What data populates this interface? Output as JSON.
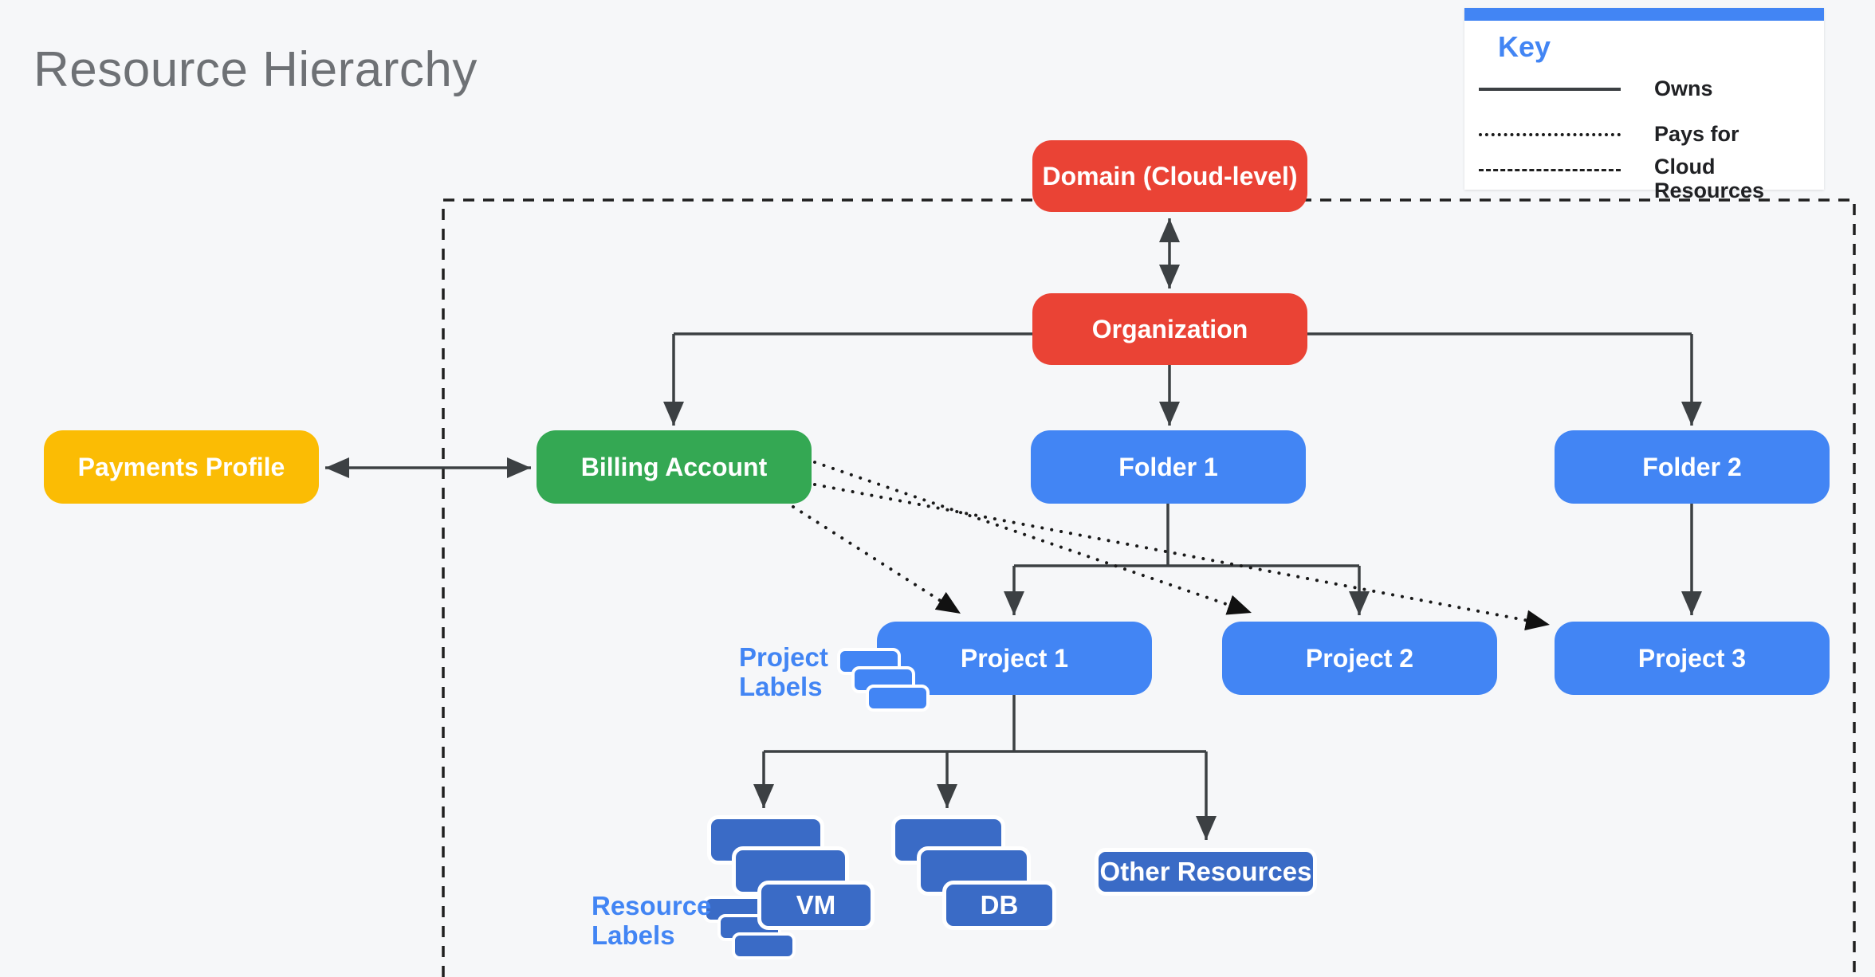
{
  "page_title": "Resource Hierarchy",
  "key": {
    "title": "Key",
    "items": [
      {
        "style": "solid",
        "label": "Owns"
      },
      {
        "style": "dotted",
        "label": "Pays for"
      },
      {
        "style": "dashed",
        "label": "Cloud Resources"
      }
    ]
  },
  "nodes": {
    "domain": {
      "label": "Domain (Cloud-level)",
      "color": "#EA4335"
    },
    "organization": {
      "label": "Organization",
      "color": "#EA4335"
    },
    "payments_profile": {
      "label": "Payments Profile",
      "color": "#FBBC04"
    },
    "billing_account": {
      "label": "Billing Account",
      "color": "#34A853"
    },
    "folder_1": {
      "label": "Folder 1",
      "color": "#4285F4"
    },
    "folder_2": {
      "label": "Folder 2",
      "color": "#4285F4"
    },
    "project_1": {
      "label": "Project 1",
      "color": "#4285F4"
    },
    "project_2": {
      "label": "Project 2",
      "color": "#4285F4"
    },
    "project_3": {
      "label": "Project 3",
      "color": "#4285F4"
    },
    "vm": {
      "label": "VM",
      "color": "#3A6BC6"
    },
    "db": {
      "label": "DB",
      "color": "#3A6BC6"
    },
    "other_resources": {
      "label": "Other Resources",
      "color": "#3A6BC6"
    }
  },
  "annotations": {
    "project_labels": "Project\nLabels",
    "resource_labels": "Resource\nLabels",
    "color": "#4285F4"
  },
  "edges": [
    {
      "from": "domain",
      "to": "organization",
      "type": "owns",
      "bidirectional": true
    },
    {
      "from": "organization",
      "to": "billing_account",
      "type": "owns"
    },
    {
      "from": "organization",
      "to": "folder_1",
      "type": "owns"
    },
    {
      "from": "organization",
      "to": "folder_2",
      "type": "owns"
    },
    {
      "from": "payments_profile",
      "to": "billing_account",
      "type": "owns",
      "bidirectional": true
    },
    {
      "from": "folder_1",
      "to": "project_1",
      "type": "owns"
    },
    {
      "from": "folder_1",
      "to": "project_2",
      "type": "owns"
    },
    {
      "from": "folder_2",
      "to": "project_3",
      "type": "owns"
    },
    {
      "from": "project_1",
      "to": "vm",
      "type": "owns"
    },
    {
      "from": "project_1",
      "to": "db",
      "type": "owns"
    },
    {
      "from": "project_1",
      "to": "other_resources",
      "type": "owns"
    },
    {
      "from": "billing_account",
      "to": "project_1",
      "type": "pays_for"
    },
    {
      "from": "billing_account",
      "to": "project_2",
      "type": "pays_for"
    },
    {
      "from": "billing_account",
      "to": "project_3",
      "type": "pays_for"
    }
  ],
  "colors": {
    "background": "#F6F7F9",
    "owns_line": "#3C4043",
    "pays_for_line": "#1A1A1A",
    "cloud_boundary": "#1F1F1F",
    "resource_fill": "#3A6BC6",
    "annotation_blue": "#4285F4",
    "title_gray": "#6E7175"
  }
}
